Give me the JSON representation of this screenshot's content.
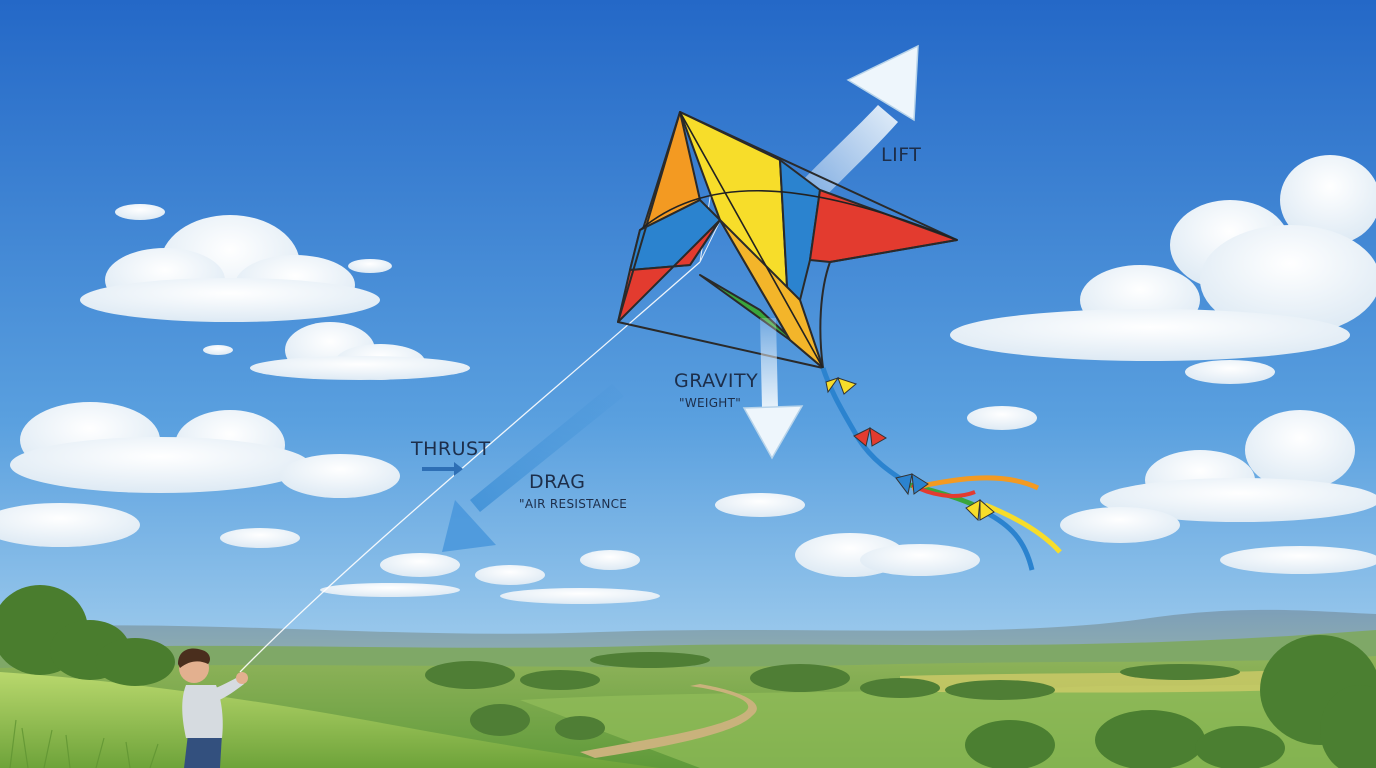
{
  "forces": {
    "lift": "LIFT",
    "gravity": "GRAVITY",
    "gravity_sub": "\"WEIGHT\"",
    "thrust": "THRUST",
    "drag": "DRAG",
    "drag_sub": "\"AIR RESISTANCE"
  },
  "colors": {
    "sky_top": "#2a72cf",
    "sky_bottom": "#a9d3ef",
    "kite_orange": "#f39a22",
    "kite_yellow": "#f7dd2a",
    "kite_red": "#e33b2f",
    "kite_blue": "#2b83cf",
    "kite_green": "#39a53c",
    "arrow_light": "#e9f3fb",
    "arrow_blue": "#3d8fd6",
    "grass": "#9cc65a",
    "label_text": "#1d2e4a"
  },
  "icons": {
    "thrust_arrow": "arrow-right-icon",
    "lift_arrow": "arrow-up-right-icon",
    "gravity_arrow": "arrow-down-icon",
    "drag_arrow": "arrow-down-left-icon"
  }
}
